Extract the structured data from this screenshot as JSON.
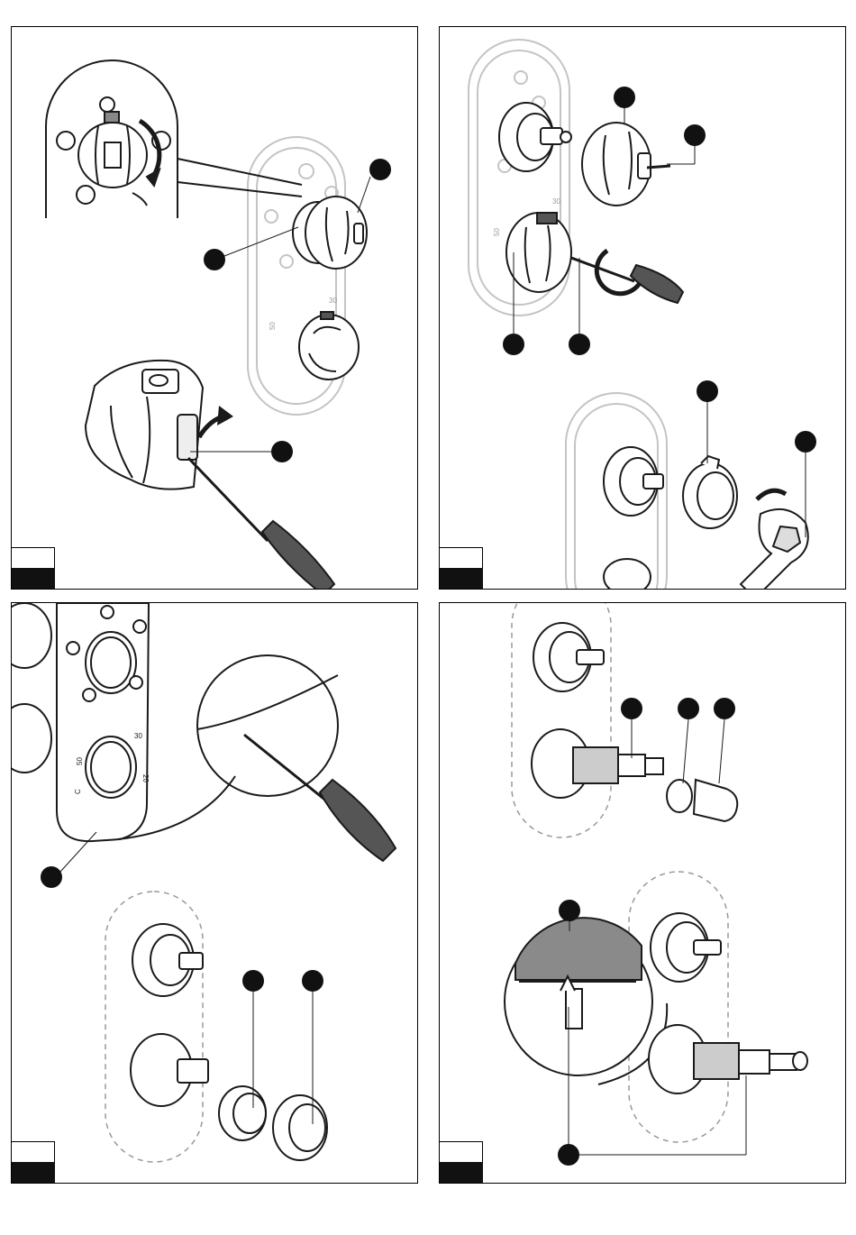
{
  "panels": [
    {
      "id": "panel-1",
      "step_number": "",
      "step_label": ""
    },
    {
      "id": "panel-2",
      "step_number": "",
      "step_label": ""
    },
    {
      "id": "panel-3",
      "step_number": "",
      "step_label": ""
    },
    {
      "id": "panel-4",
      "step_number": "",
      "step_label": ""
    }
  ],
  "dial_marks": {
    "mark_30": "30",
    "mark_50": "50",
    "mark_20": "20",
    "mark_c": "C"
  },
  "colors": {
    "line": "#1a1a1a",
    "faded_line": "#bdbdbd",
    "callout": "#111111",
    "tab_dark": "#111111",
    "handle_fill": "#555555",
    "section_fill": "#8a8a8a"
  },
  "icons": [
    "screwdriver-icon",
    "spanner-icon",
    "rotate-arrow-icon",
    "callout-dot-icon"
  ]
}
